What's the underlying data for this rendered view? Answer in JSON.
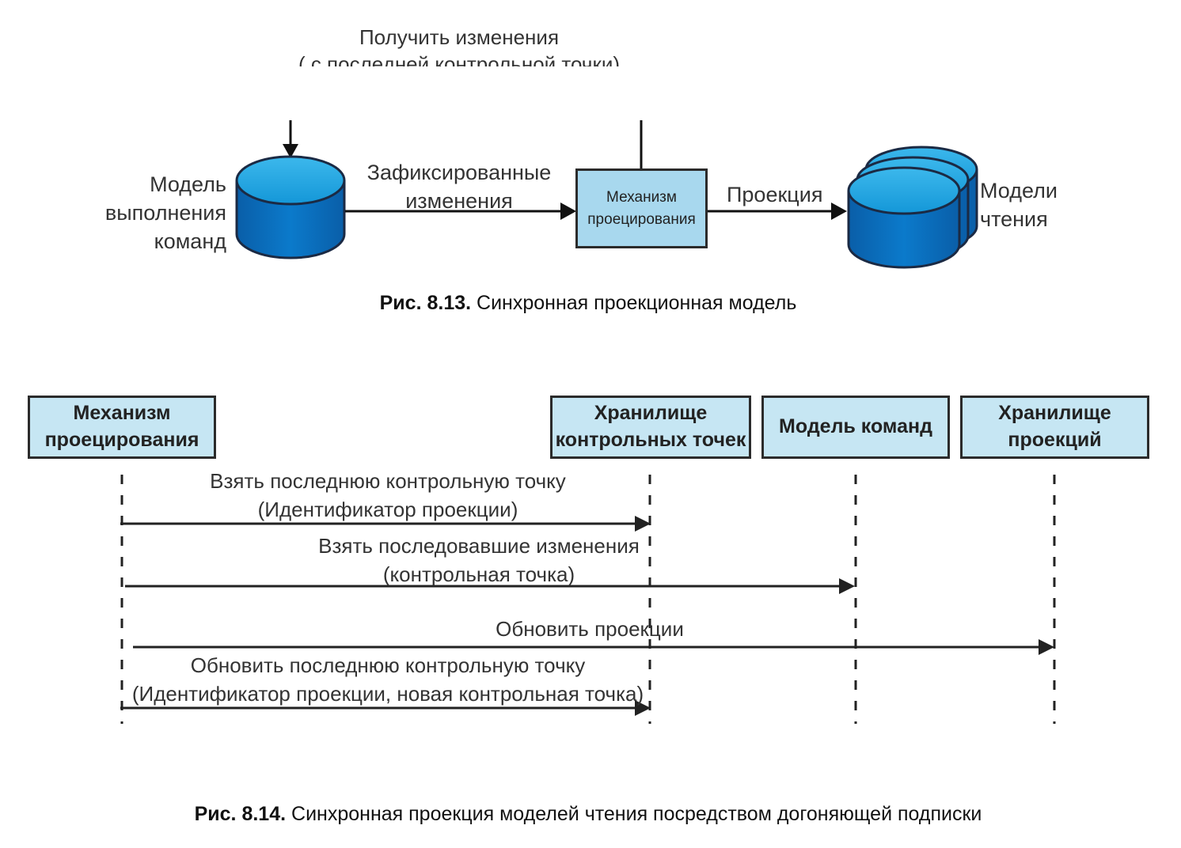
{
  "fig13": {
    "top_label_line1": "Получить изменения",
    "top_label_line2": "( с последней контрольной точки)",
    "left_db_label": [
      "Модель",
      "выполнения",
      "команд"
    ],
    "edge1_label": [
      "Зафиксированные",
      "изменения"
    ],
    "mechanism_box": [
      "Механизм",
      "проецирования"
    ],
    "edge2_label": "Проекция",
    "right_db_label": [
      "Модели",
      "чтения"
    ],
    "caption_bold": "Рис. 8.13.",
    "caption_text": " Синхронная проекционная модель"
  },
  "fig14": {
    "participants": [
      {
        "line1": "Механизм",
        "line2": "проецирования"
      },
      {
        "line1": "Хранилище",
        "line2": "контрольных точек"
      },
      {
        "line1": "Модель команд",
        "line2": ""
      },
      {
        "line1": "Хранилище",
        "line2": "проекций"
      }
    ],
    "messages": [
      {
        "line1": "Взять последнюю контрольную точку",
        "line2": "(Идентификатор проекции)",
        "from": 0,
        "to": 1
      },
      {
        "line1": "Взять последовавшие изменения",
        "line2": "(контрольная точка)",
        "from": 0,
        "to": 2
      },
      {
        "line1": "Обновить проекции",
        "line2": "",
        "from": 0,
        "to": 3
      },
      {
        "line1": "Обновить последнюю контрольную точку",
        "line2": "(Идентификатор проекции, новая контрольная точка)",
        "from": 0,
        "to": 1
      }
    ],
    "caption_bold": "Рис. 8.14.",
    "caption_text": " Синхронная проекция моделей чтения посредством догоняющей подписки"
  },
  "colors": {
    "cylinder_top": "#1aa3e0",
    "cylinder_body": "#0a6fbd",
    "box_fill": "#c6e6f3",
    "mechanism_fill": "#a8d8ee"
  }
}
